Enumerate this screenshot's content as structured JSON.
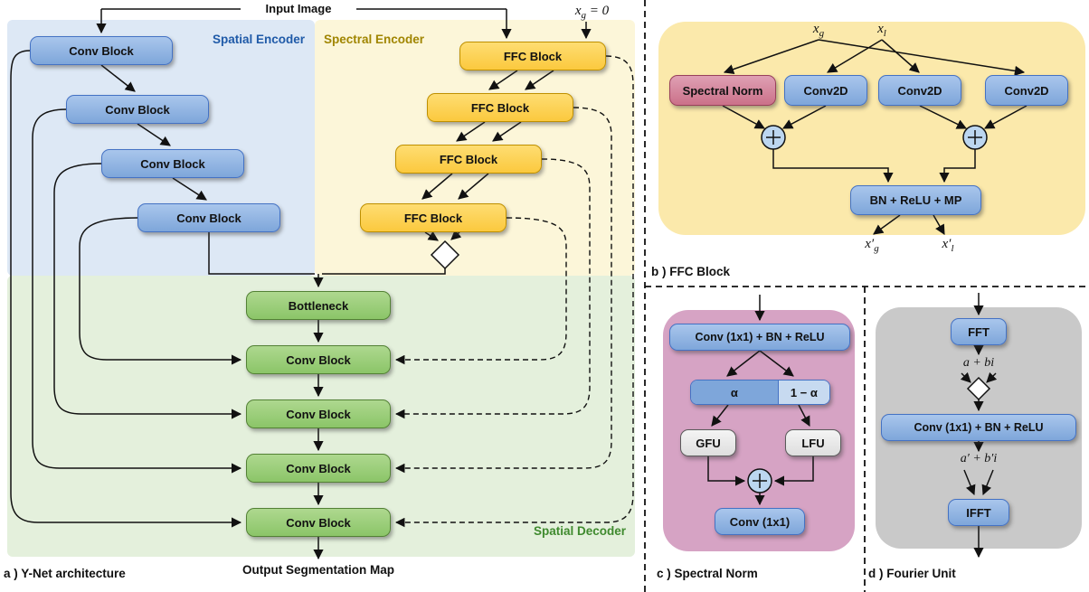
{
  "colors": {
    "blue_block": "#7ea6da",
    "yellow_block": "#fbc93e",
    "green_block": "#8bc568",
    "pink_block": "#cb7189",
    "gray_block": "#dedede",
    "spatial_encoder_bg": "#dde8f5",
    "spectral_encoder_bg": "#fcf6d9",
    "spatial_decoder_bg": "#e4f0dc",
    "ffc_panel_bg": "#fbe9ab",
    "spectral_norm_panel_bg": "#d6a3c4",
    "fourier_panel_bg": "#c9c9c9",
    "spatial_encoder_label_color": "#1f5aa8",
    "spectral_encoder_label_color": "#a08500",
    "spatial_decoder_label_color": "#3f8a2e"
  },
  "panel_a": {
    "caption": "a ) Y-Net architecture",
    "input_label": "Input Image",
    "output_label": "Output Segmentation Map",
    "spatial_encoder_label": "Spatial Encoder",
    "spectral_encoder_label": "Spectral Encoder",
    "spatial_decoder_label": "Spatial Decoder",
    "xg0": {
      "base": "x",
      "sub": "g",
      "rest": " = 0"
    },
    "conv_blocks": [
      "Conv Block",
      "Conv Block",
      "Conv Block",
      "Conv Block"
    ],
    "ffc_blocks": [
      "FFC Block",
      "FFC Block",
      "FFC Block",
      "FFC Block"
    ],
    "bottleneck": "Bottleneck",
    "decoder_blocks": [
      "Conv Block",
      "Conv Block",
      "Conv Block",
      "Conv Block"
    ]
  },
  "panel_b": {
    "caption": "b ) FFC Block",
    "input_g": {
      "base": "x",
      "sub": "g"
    },
    "input_l": {
      "base": "x",
      "sub": "l"
    },
    "spectral_norm": "Spectral Norm",
    "conv2d": [
      "Conv2D",
      "Conv2D",
      "Conv2D"
    ],
    "bn_relu_mp": "BN + ReLU + MP",
    "output_g": {
      "base": "x′",
      "sub": "g"
    },
    "output_l": {
      "base": "x′",
      "sub": "l"
    }
  },
  "panel_c": {
    "caption": "c ) Spectral Norm",
    "conv_bn_relu": "Conv (1x1) + BN + ReLU",
    "alpha": "α",
    "one_minus_alpha": "1 − α",
    "gfu": "GFU",
    "lfu": "LFU",
    "conv_1x1": "Conv (1x1)"
  },
  "panel_d": {
    "caption": "d ) Fourier Unit",
    "fft": "FFT",
    "complex_in": "a + bi",
    "conv_bn_relu": "Conv (1x1) + BN + ReLU",
    "complex_out": "a′ + b′i",
    "ifft": "IFFT"
  }
}
